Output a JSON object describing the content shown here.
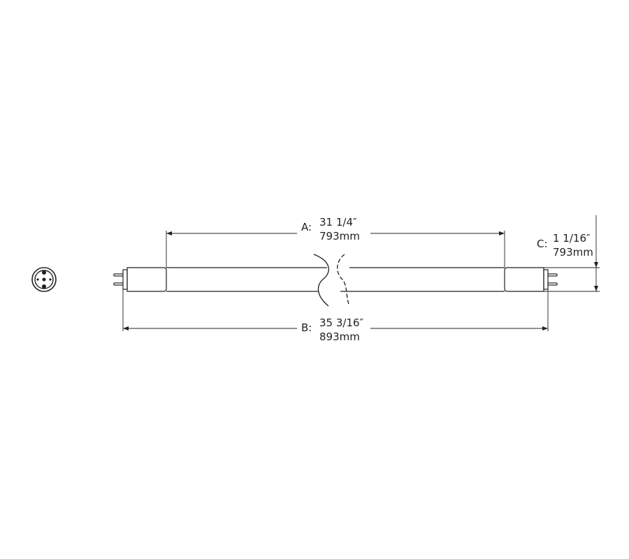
{
  "dimensions": {
    "a": {
      "label": "A:",
      "imperial": "31 1/4″",
      "metric": "793mm"
    },
    "b": {
      "label": "B:",
      "imperial": "35 3/16″",
      "metric": "893mm"
    },
    "c": {
      "label": "C:",
      "imperial": "1 1/16″",
      "metric": "793mm"
    }
  },
  "colors": {
    "line": "#231f20",
    "background": "#ffffff"
  }
}
